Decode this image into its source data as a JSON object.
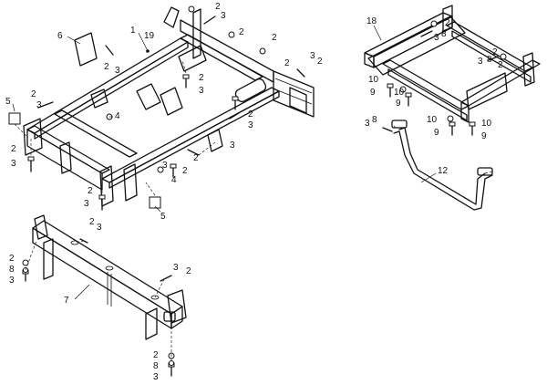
{
  "callouts": {
    "c1": "1",
    "c19": "19",
    "c6": "6",
    "c18": "18",
    "c12": "12",
    "c7": "7",
    "c2": "2",
    "c3": "3",
    "c4": "4",
    "c5": "5",
    "c8": "8",
    "c9": "9",
    "c10": "10"
  }
}
